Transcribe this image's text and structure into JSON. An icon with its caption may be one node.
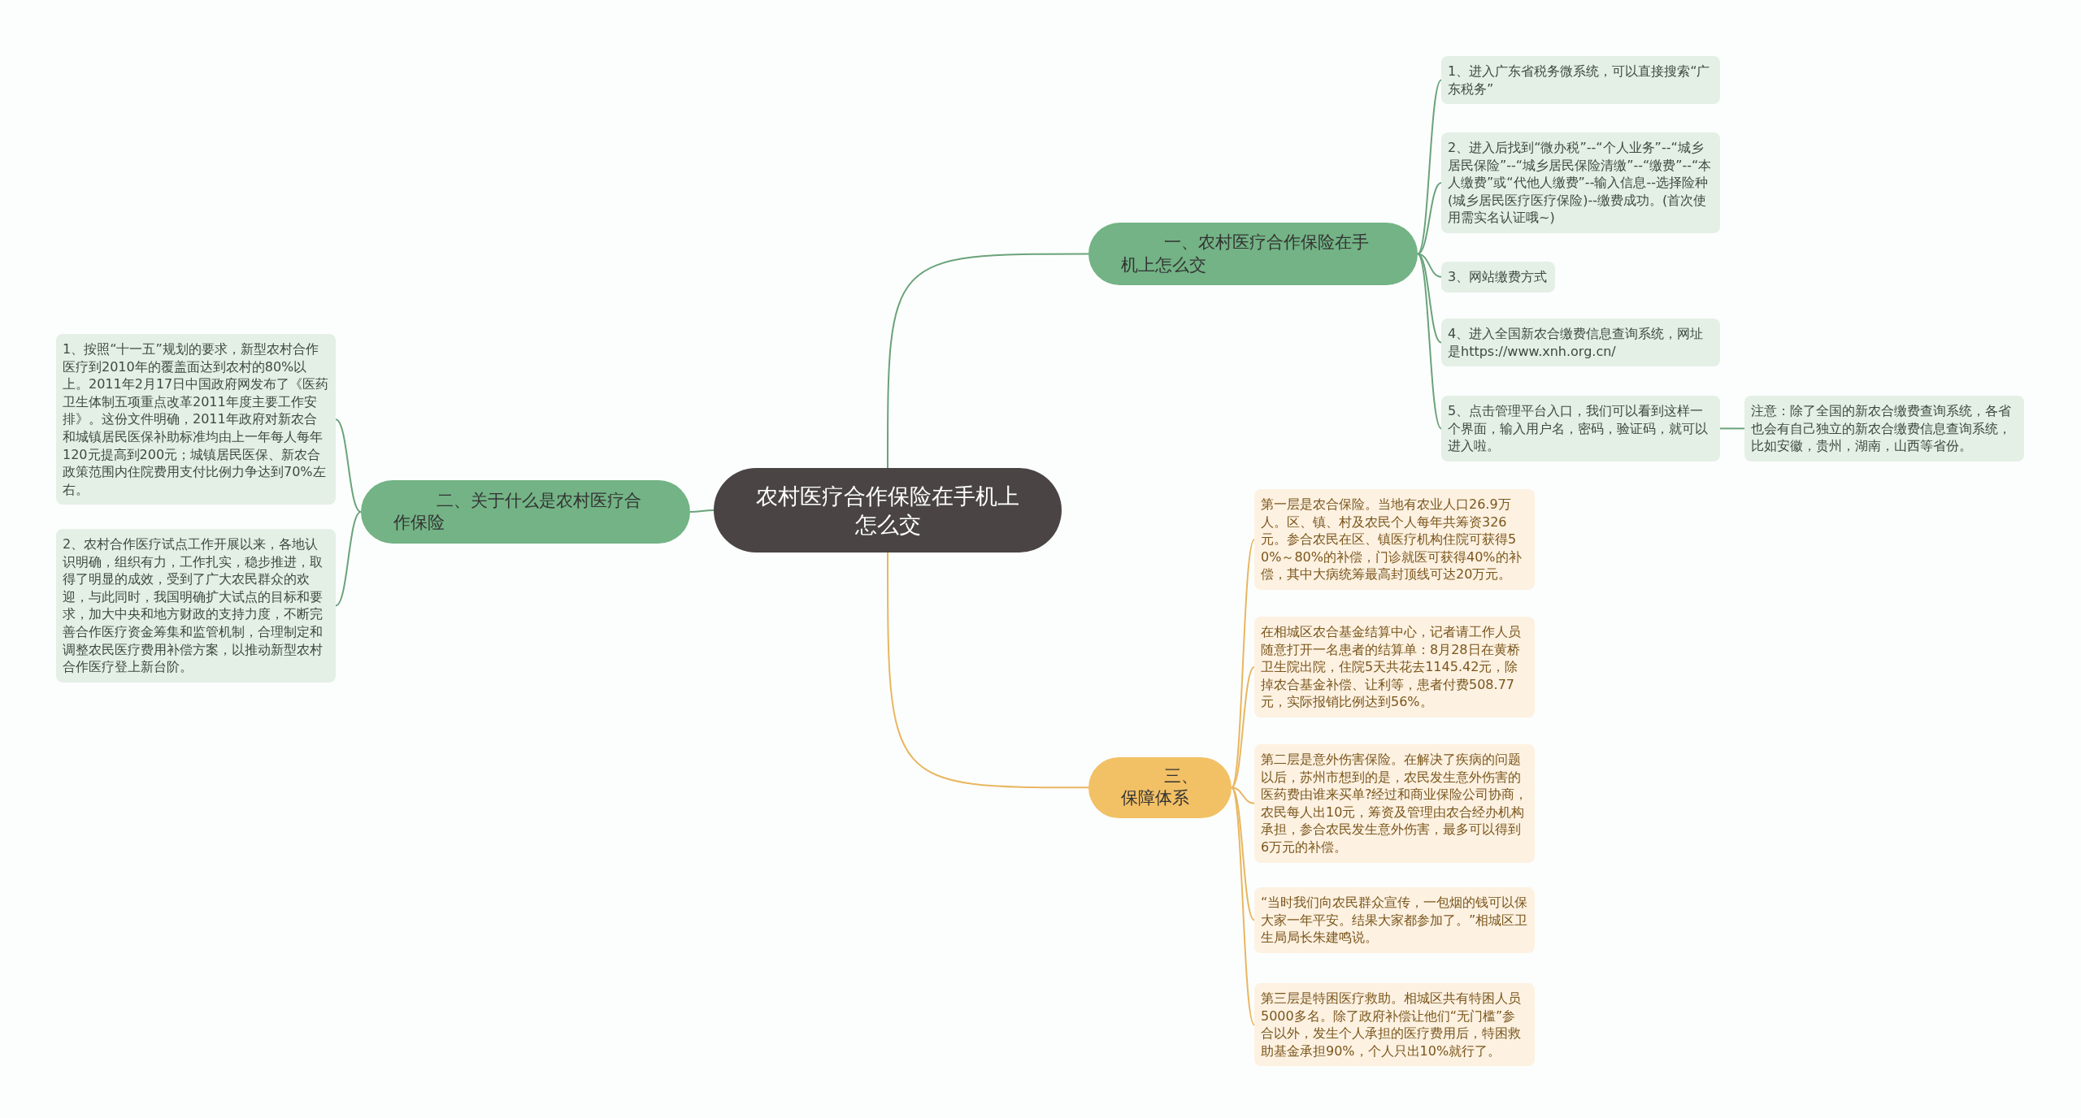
{
  "diagram": {
    "nodes": [
      {
        "text": [
          "农村医疗合作保险在手机上怎么交"
        ]
      },
      {
        "text": [
          "一、农村医疗合作保险在手机上怎么交"
        ]
      },
      {
        "text": [
          "1、进入广东省税务微系统，可以直接搜索“广东税务”"
        ]
      },
      {
        "text": [
          "2、进入后找到“微办税”--“个人业务”--“城乡居民保险”--“城乡居民保险清缴”--“缴费”--“本人缴费”或“代他人缴费”--输入信息--选择险种(城乡居民医疗医疗保险)--缴费成功。(首次使用需实名认证哦~)"
        ]
      },
      {
        "text": [
          "3、网站缴费方式"
        ]
      },
      {
        "text": [
          "4、进入全国新农合缴费信息查询系统，网址是https://www.xnh.org.cn/"
        ]
      },
      {
        "text": [
          "5、点击管理平台入口，我们可以看到这样一个界面，输入用户名，密码，验证码，就可以进入啦。"
        ]
      },
      {
        "text": [
          "注意：除了全国的新农合缴费查询系统，各省也会有自己独立的新农合缴费信息查询系统，比如安徽，贵州，湖南，山西等省份。"
        ]
      },
      {
        "text": [
          "二、关于什么是农村医疗合作保险"
        ]
      },
      {
        "text": [
          "1、按照“十一五”规划的要求，新型农村合作医疗到2010年的覆盖面达到农村的80%以上。2011年2月17日中国政府网发布了《医药卫生体制五项重点改革2011年度主要工作安排》。这份文件明确，2011年政府对新农合和城镇居民医保补助标准均由上一年每人每年120元提高到200元；城镇居民医保、新农合政策范围内住院费用支付比例力争达到70%左右。"
        ]
      },
      {
        "text": [
          "2、农村合作医疗试点工作开展以来，各地认识明确，组织有力，工作扎实，稳步推进，取得了明显的成效，受到了广大农民群众的欢迎，与此同时，我国明确扩大试点的目标和要求，加大中央和地方财政的支持力度，不断完善合作医疗资金筹集和监管机制，合理制定和调整农民医疗费用补偿方案，以推动新型农村合作医疗登上新台阶。"
        ]
      },
      {
        "text": [
          "三、保障体系"
        ]
      },
      {
        "text": [
          "第一层是农合保险。当地有农业人口26.9万人。区、镇、村及农民个人每年共筹资326元。参合农民在区、镇医疗机构住院可获得50%～80%的补偿，门诊就医可获得40%的补偿，其中大病统筹最高封顶线可达20万元。"
        ]
      },
      {
        "text": [
          "在相城区农合基金结算中心，记者请工作人员随意打开一名患者的结算单：8月28日在黄桥卫生院出院，住院5天共花去1145.42元，除掉农合基金补偿、让利等，患者付费508.77元，实际报销比例达到56%。"
        ]
      },
      {
        "text": [
          "第二层是意外伤害保险。在解决了疾病的问题以后，苏州市想到的是，农民发生意外伤害的医药费由谁来买单?经过和商业保险公司协商，农民每人出10元，筹资及管理由农合经办机构承担，参合农民发生意外伤害，最多可以得到6万元的补偿。"
        ]
      },
      {
        "text": [
          "“当时我们向农民群众宣传，一包烟的钱可以保大家一年平安。结果大家都参加了。”相城区卫生局局长朱建鸣说。"
        ]
      },
      {
        "text": [
          "第三层是特困医疗救助。相城区共有特困人员5000多名。除了政府补偿让他们“无门槛”参合以外，发生个人承担的医疗费用后，特困救助基金承担90%，个人只出10%就行了。"
        ]
      }
    ],
    "edges": [
      {
        "from": 0,
        "to": 1,
        "arrow": "none"
      },
      {
        "from": 1,
        "to": 2,
        "arrow": "none"
      },
      {
        "from": 1,
        "to": 3,
        "arrow": "none"
      },
      {
        "from": 1,
        "to": 4,
        "arrow": "none"
      },
      {
        "from": 1,
        "to": 5,
        "arrow": "none"
      },
      {
        "from": 1,
        "to": 6,
        "arrow": "none"
      },
      {
        "from": 6,
        "to": 7,
        "arrow": "none"
      },
      {
        "from": 0,
        "to": 8,
        "arrow": "none"
      },
      {
        "from": 8,
        "to": 9,
        "arrow": "none"
      },
      {
        "from": 8,
        "to": 10,
        "arrow": "none"
      },
      {
        "from": 0,
        "to": 11,
        "arrow": "none",
        "color": "#e9b660"
      },
      {
        "from": 11,
        "to": 12,
        "arrow": "none",
        "color": "#e9b660"
      },
      {
        "from": 11,
        "to": 13,
        "arrow": "none",
        "color": "#e9b660"
      },
      {
        "from": 11,
        "to": 14,
        "arrow": "none",
        "color": "#e9b660"
      },
      {
        "from": 11,
        "to": 15,
        "arrow": "none",
        "color": "#e9b660"
      },
      {
        "from": 11,
        "to": 16,
        "arrow": "none",
        "color": "#e9b660"
      }
    ]
  }
}
